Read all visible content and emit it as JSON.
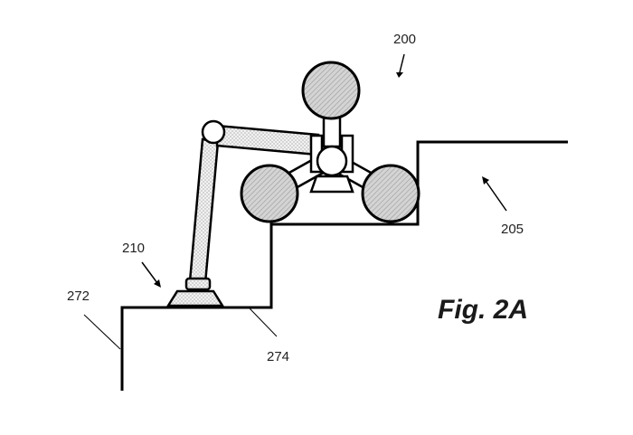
{
  "figure": {
    "caption": "Fig. 2A",
    "labels": {
      "device": "200",
      "upper_step": "205",
      "arm": "210",
      "lower_edge": "272",
      "step_riser": "274"
    }
  },
  "colors": {
    "stroke": "#000000",
    "wheel_fill": "#cfcfcf",
    "arm_fill": "#eeeeee",
    "body_fill": "#ffffff"
  }
}
